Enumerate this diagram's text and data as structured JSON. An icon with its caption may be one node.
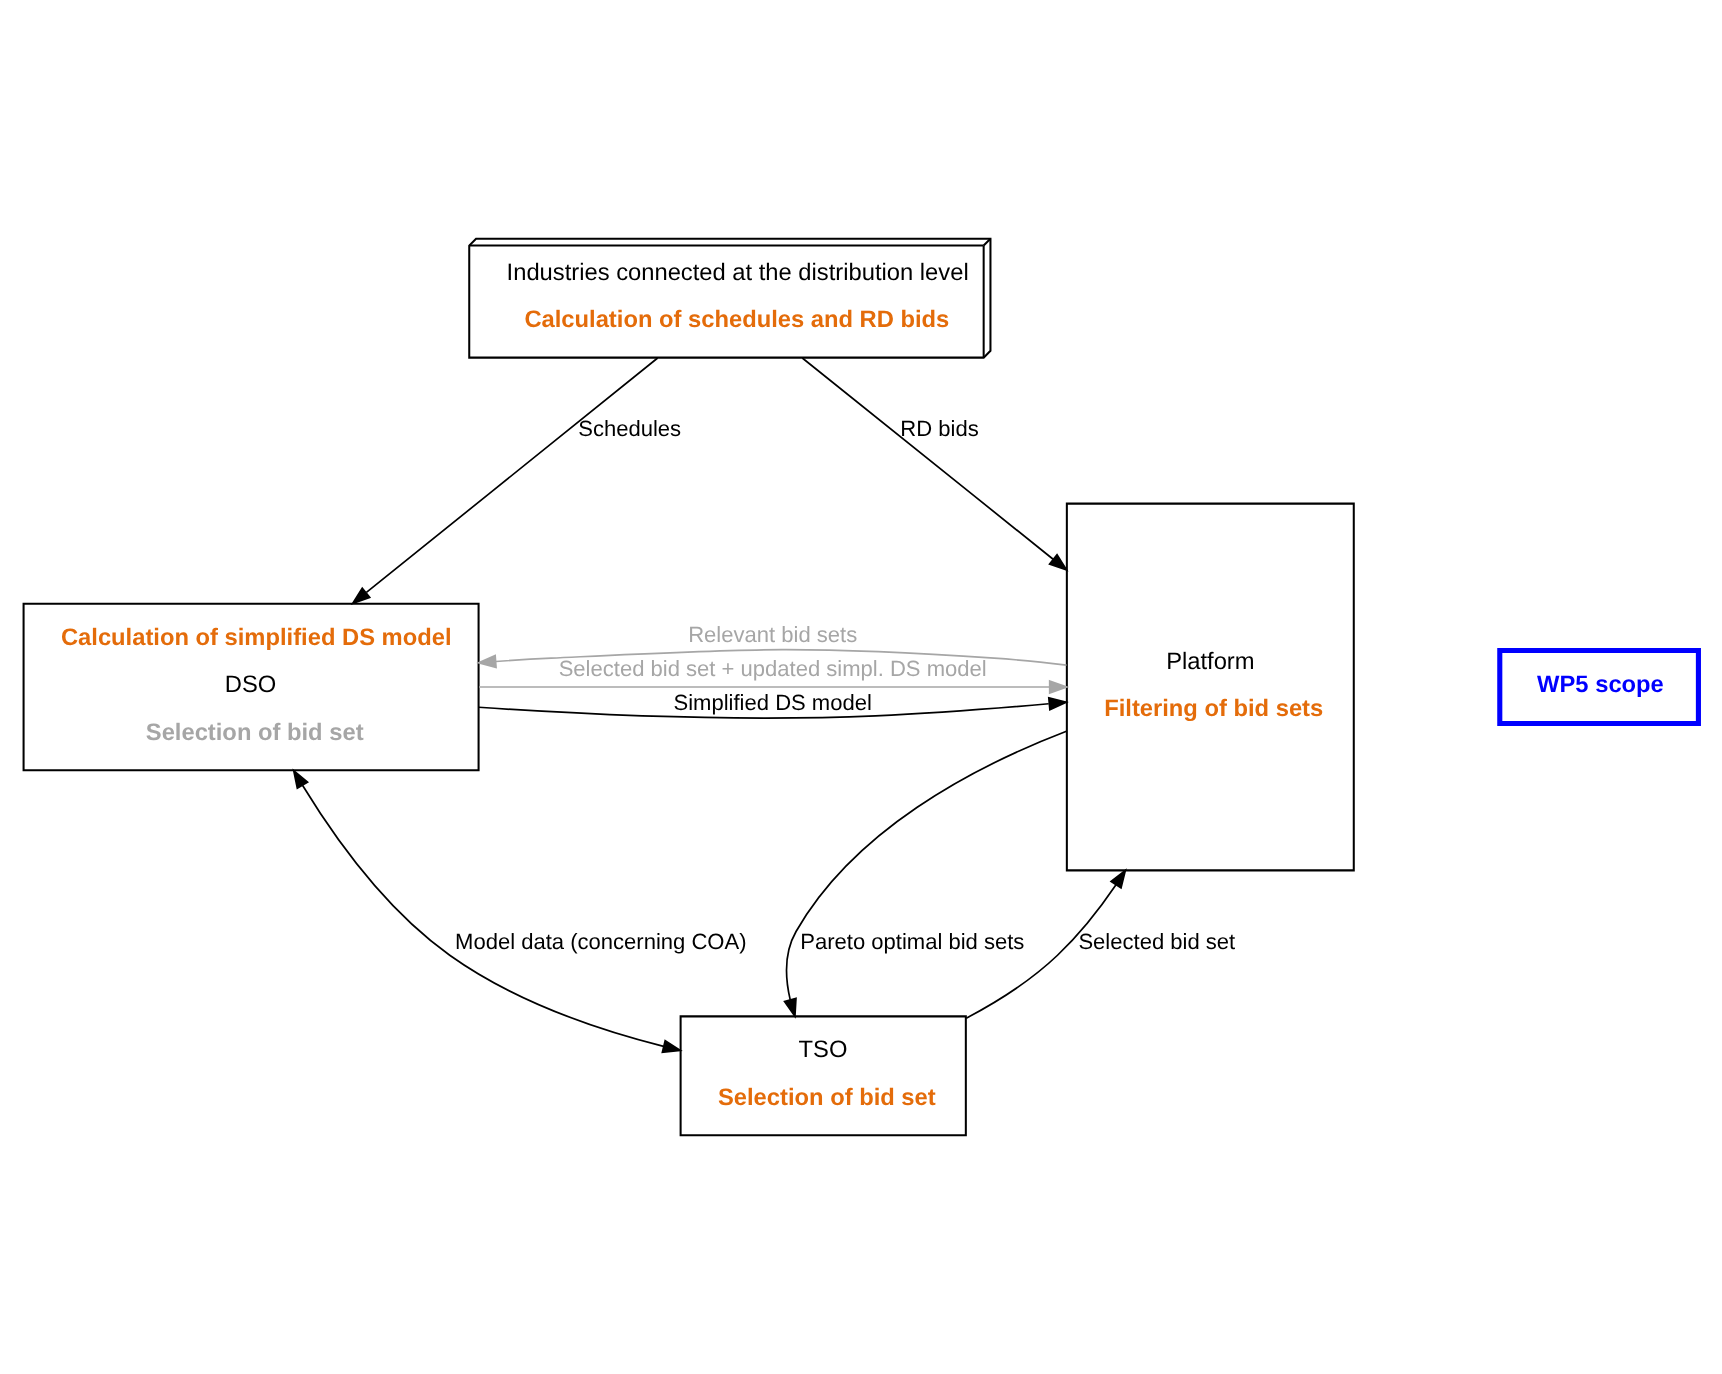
{
  "diagram": {
    "nodes": [
      {
        "text": [
          "Industries connected at the distribution level",
          "Calculation of schedules and RD bids"
        ]
      },
      {
        "text": [
          "Calculation of simplified DS model",
          "DSO",
          "Selection of bid set"
        ]
      },
      {
        "text": [
          "Platform",
          "Filtering of bid sets"
        ]
      },
      {
        "text": [
          "TSO",
          "Selection of bid set"
        ]
      },
      {
        "text": [
          "WP5 scope"
        ]
      }
    ],
    "edges": [
      {
        "from": 0,
        "to": 1,
        "arrow": "to",
        "label": "Schedules"
      },
      {
        "from": 0,
        "to": 2,
        "arrow": "to",
        "label": "RD bids"
      },
      {
        "from": 1,
        "to": 2,
        "arrow": "to",
        "label": "Simplified DS model"
      },
      {
        "from": 2,
        "to": 1,
        "arrow": "to",
        "label": "Relevant bid sets",
        "color": "#a6a6a6"
      },
      {
        "from": 1,
        "to": 2,
        "arrow": "to",
        "label": "Selected bid set + updated simpl. DS model",
        "color": "#a6a6a6"
      },
      {
        "from": 1,
        "to": 3,
        "arrow": "both",
        "label": "Model data (concerning COA)"
      },
      {
        "from": 2,
        "to": 3,
        "arrow": "to",
        "label": "Pareto optimal bid sets"
      },
      {
        "from": 3,
        "to": 2,
        "arrow": "to",
        "label": "Selected bid set"
      }
    ]
  }
}
